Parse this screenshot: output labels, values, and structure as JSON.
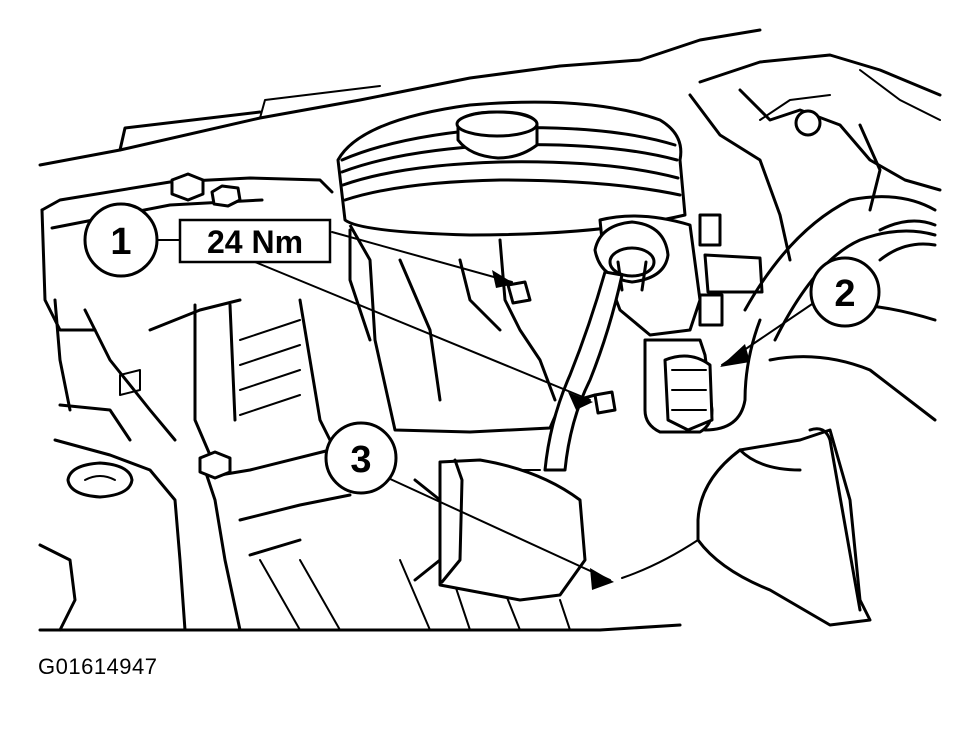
{
  "callouts": [
    {
      "label": "1"
    },
    {
      "label": "2"
    },
    {
      "label": "3"
    }
  ],
  "torque_spec": "24 Nm",
  "figure_id": "G01614947",
  "icons": [
    "arrow-icon",
    "bolt-icon",
    "connector-icon",
    "pulley-icon"
  ]
}
